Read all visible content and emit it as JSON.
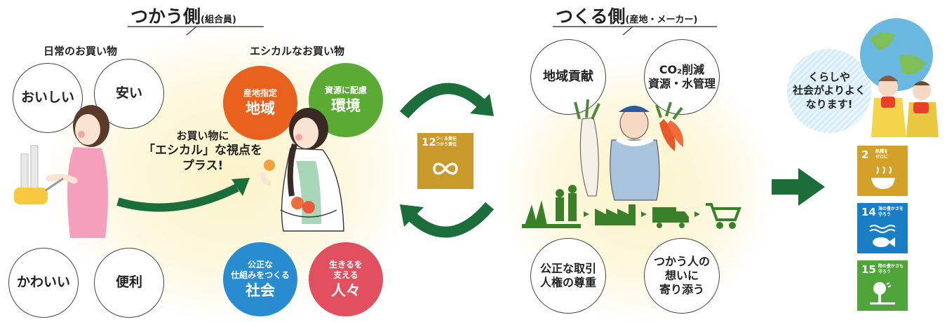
{
  "left": {
    "title": "つかう側",
    "title_sub": "(組合員)",
    "everyday_label": "日常のお買い物",
    "ethical_label": "エシカルなお買い物",
    "everyday_items": [
      "おいしい",
      "安い",
      "かわいい",
      "便利"
    ],
    "ethical_items": [
      {
        "small": "産地指定",
        "big": "地域",
        "color": "#e8611d"
      },
      {
        "small": "資源に配慮",
        "big": "環境",
        "color": "#5aaa33"
      },
      {
        "small": "公正な\n仕組みをつくる",
        "big": "社会",
        "color": "#2a8cd0"
      },
      {
        "small": "生きるを\n支える",
        "big": "人々",
        "color": "#e2505f"
      }
    ],
    "arrow_text": [
      "お買い物に",
      "「エシカル」な視点を",
      "プラス!"
    ]
  },
  "sdg12": {
    "number": "12",
    "text": "つくる責任\nつかう責任",
    "color": "#c9992b"
  },
  "right": {
    "title": "つくる側",
    "title_sub": "(産地・メーカー)",
    "items": [
      "地域貢献",
      "CO₂削減\n資源・水管理",
      "公正な取引\n人権の尊重",
      "つかう人の\n想いに\n寄り添う"
    ]
  },
  "result": {
    "bubble_text": "くらしや\n社会がよりよく\nなります!"
  },
  "sdg_tiles": [
    {
      "number": "2",
      "text": "飢餓を\nゼロに",
      "color": "#d3a029",
      "icon": "bowl-icon"
    },
    {
      "number": "14",
      "text": "海の豊かさを\n守ろう",
      "color": "#1a7ec4",
      "icon": "fish-icon"
    },
    {
      "number": "15",
      "text": "陸の豊かさも\n守ろう",
      "color": "#4fa43a",
      "icon": "tree-icon"
    }
  ],
  "colors": {
    "arrow_green": "#1b6e3a",
    "ink": "#222222"
  }
}
